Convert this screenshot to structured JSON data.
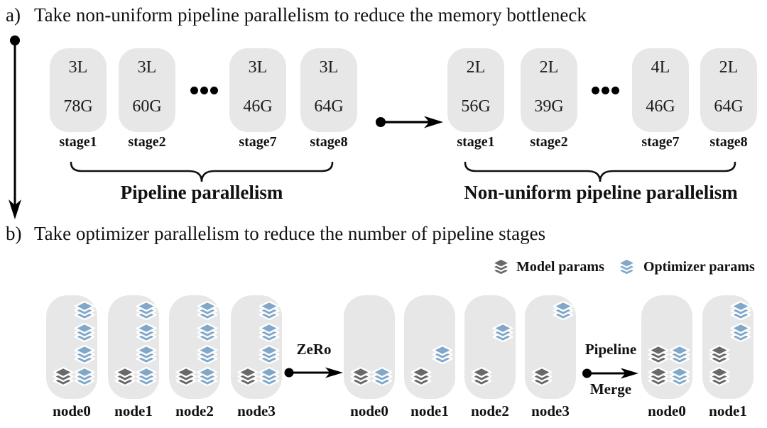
{
  "colors": {
    "model_params": "#696969",
    "optimizer_params": "#82a8c9",
    "node_bg": "#e7e7e7"
  },
  "section_a": {
    "prefix": "a)",
    "title": "Take non-uniform pipeline parallelism to reduce the memory bottleneck",
    "left": {
      "caption": "Pipeline parallelism",
      "stages": [
        {
          "layers": "3L",
          "memory": "78G",
          "label": "stage1"
        },
        {
          "layers": "3L",
          "memory": "60G",
          "label": "stage2"
        },
        {
          "layers": "3L",
          "memory": "46G",
          "label": "stage7"
        },
        {
          "layers": "3L",
          "memory": "64G",
          "label": "stage8"
        }
      ]
    },
    "right": {
      "caption": "Non-uniform pipeline parallelism",
      "stages": [
        {
          "layers": "2L",
          "memory": "56G",
          "label": "stage1"
        },
        {
          "layers": "2L",
          "memory": "39G",
          "label": "stage2"
        },
        {
          "layers": "4L",
          "memory": "46G",
          "label": "stage7"
        },
        {
          "layers": "2L",
          "memory": "64G",
          "label": "stage8"
        }
      ]
    }
  },
  "section_b": {
    "prefix": "b)",
    "title": "Take optimizer parallelism to reduce the number of pipeline stages",
    "legend": {
      "model": "Model params",
      "optimizer": "Optimizer params"
    },
    "arrows": {
      "zero": "ZeRo",
      "pipeline": "Pipeline",
      "merge": "Merge"
    },
    "group_before": {
      "nodes": [
        "node0",
        "node1",
        "node2",
        "node3"
      ]
    },
    "group_zero": {
      "nodes": [
        "node0",
        "node1",
        "node2",
        "node3"
      ]
    },
    "group_merged": {
      "nodes": [
        "node0",
        "node1"
      ]
    }
  }
}
